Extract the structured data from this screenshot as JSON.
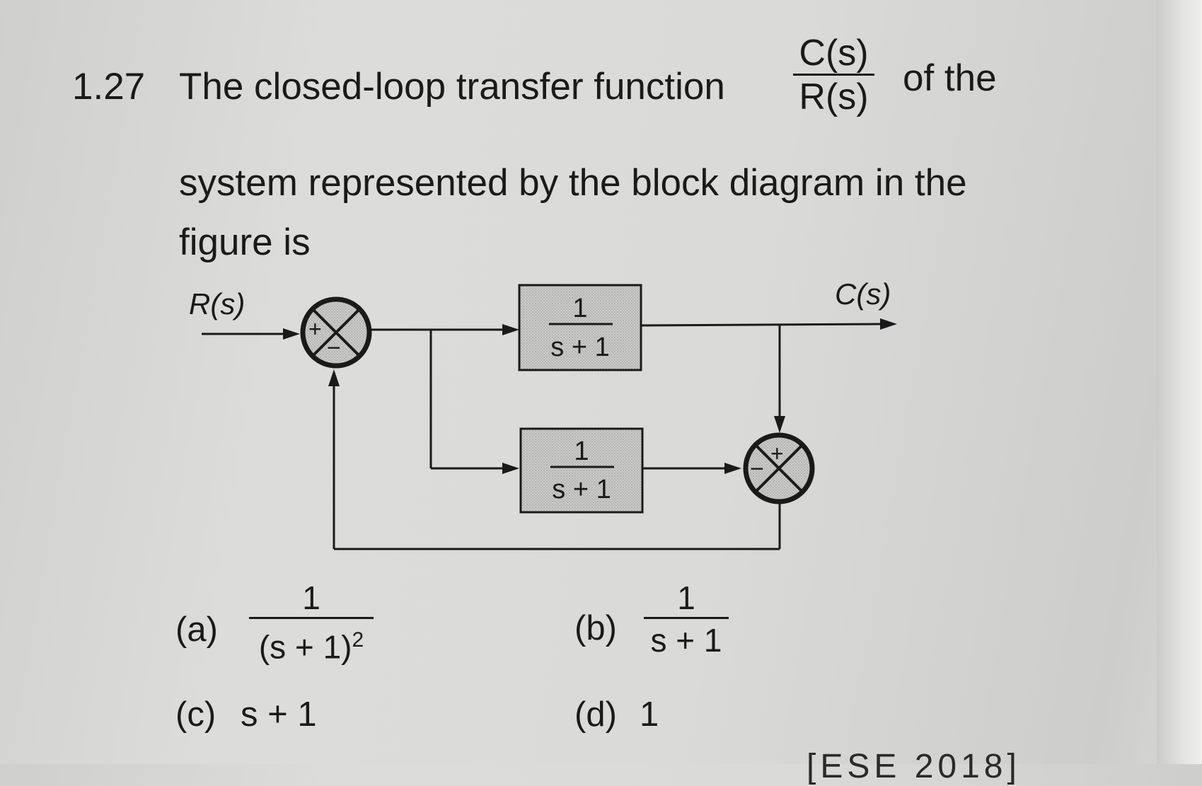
{
  "question": {
    "number": "1.27",
    "text_before": "The closed-loop transfer function",
    "ratio_num": "C(s)",
    "ratio_den": "R(s)",
    "text_after": "of the",
    "line2": "system represented by the block diagram in the",
    "line3": "figure is"
  },
  "diagram": {
    "input_label": "R(s)",
    "output_label": "C(s)",
    "block1_num": "1",
    "block1_den": "s + 1",
    "block2_num": "1",
    "block2_den": "s + 1",
    "sum1_top_sign": "+",
    "sum1_bottom_sign": "−",
    "sum2_top_sign": "+",
    "sum2_left_sign": "−"
  },
  "options": {
    "a_label": "(a)",
    "a_num": "1",
    "a_den": "(s + 1)",
    "a_exp": "2",
    "b_label": "(b)",
    "b_num": "1",
    "b_den": "s + 1",
    "c_label": "(c)",
    "c_value": "s + 1",
    "d_label": "(d)",
    "d_value": "1"
  },
  "source_tag": "[ESE 2018]"
}
